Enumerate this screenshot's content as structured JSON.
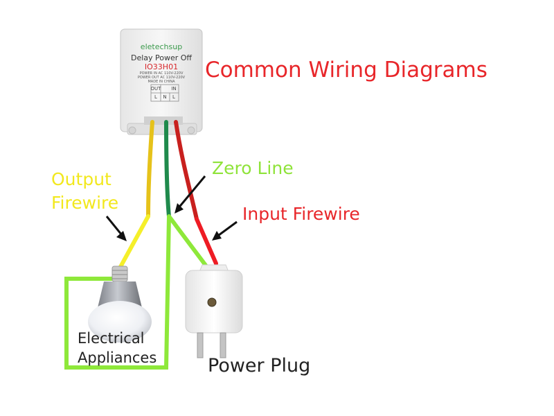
{
  "title": "Common Wiring Diagrams",
  "device": {
    "brand": "eletechsup",
    "function": "Delay Power Off",
    "model": "IO33H01",
    "spec_line_1": "POWER IN AC 110V-220V",
    "spec_line_2": "POWER OUT AC 110V-220V",
    "origin": "MADE IN CHINA",
    "terminal_out": "OUT",
    "terminal_in": "IN",
    "terminal_l1": "L",
    "terminal_n": "N",
    "terminal_l2": "L"
  },
  "labels": {
    "output_firewire": "Output Firewire",
    "zero_line": "Zero Line",
    "input_firewire": "Input Firewire",
    "electrical_appliances": "Electrical Appliances",
    "power_plug": "Power Plug"
  },
  "colors": {
    "title": "#e8262a",
    "output_label": "#f2e81e",
    "zero_label": "#8fe33a",
    "input_label": "#e8262a",
    "appliance_label": "#222222",
    "plug_label": "#222222",
    "wire_yellow": "#e6c21a",
    "wire_green": "#1f8a4c",
    "wire_red": "#c8201e",
    "highlight_yellow": "#f5ef2a",
    "highlight_green": "#8ee83a",
    "highlight_red": "#ee1c24",
    "brand_text": "#3b9a4c",
    "model_text": "#d7262a"
  }
}
